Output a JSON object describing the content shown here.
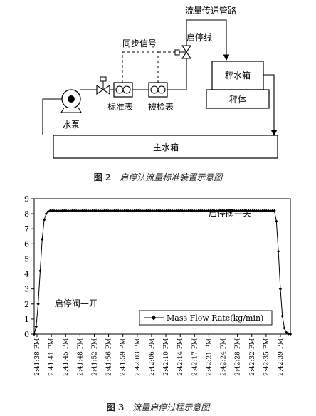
{
  "figure2": {
    "labels": {
      "pipe": "流量传递管路",
      "sync": "同步信号",
      "start_stop_line": "启停线",
      "weigh_tank": "秤水箱",
      "scale_body": "秤体",
      "standard_meter": "标准表",
      "tested_meter": "被检表",
      "pump": "水泵",
      "main_tank": "主水箱"
    },
    "caption_num": "图 2",
    "caption_text": "启停法流量标准装置示意图"
  },
  "figure3": {
    "caption_num": "图 3",
    "caption_text": "流量启停过程示意图"
  },
  "chart_data": {
    "type": "line",
    "title": "",
    "xlabel": "",
    "ylabel": "",
    "ylim": [
      0,
      9
    ],
    "yticks": [
      0,
      1,
      2,
      3,
      4,
      5,
      6,
      7,
      8,
      9
    ],
    "x_tick_labels": [
      "2:41:38 PM",
      "2:41:41 PM",
      "2:41:45 PM",
      "2:41:48 PM",
      "2:41:52 PM",
      "2:41:56 PM",
      "2:41:59 PM",
      "2:42:03 PM",
      "2:42:06 PM",
      "2:42:10 PM",
      "2:42:14 PM",
      "2:42:17 PM",
      "2:42:21 PM",
      "2:42:24 PM",
      "2:42:28 PM",
      "2:42:32 PM",
      "2:42:35 PM",
      "2:42:39 PM"
    ],
    "x_range_seconds": [
      0,
      64
    ],
    "legend": {
      "position": "bottom-right",
      "entries": [
        "Mass Flow Rate(kg/min)"
      ]
    },
    "annotations": [
      {
        "text": "启停阀—关",
        "x": 56,
        "y": 8.4
      },
      {
        "text": "启停阀—开",
        "x": 0.5,
        "y": 1.0
      }
    ],
    "series": [
      {
        "name": "Mass Flow Rate(kg/min)",
        "x": [
          0,
          0.5,
          1,
          1.5,
          2,
          2.5,
          3,
          3.5,
          4,
          5,
          6,
          8,
          10,
          15,
          20,
          25,
          30,
          35,
          40,
          45,
          50,
          55,
          58,
          60,
          60.5,
          61,
          61.5,
          62,
          62.5,
          63,
          63.5,
          64
        ],
        "y": [
          0,
          0.5,
          2.0,
          4.2,
          6.3,
          7.6,
          8.0,
          8.15,
          8.2,
          8.2,
          8.2,
          8.2,
          8.2,
          8.2,
          8.2,
          8.2,
          8.2,
          8.2,
          8.2,
          8.2,
          8.2,
          8.2,
          8.2,
          8.2,
          7.5,
          5.5,
          3.0,
          1.2,
          0.4,
          0.1,
          0.02,
          0
        ]
      }
    ]
  }
}
